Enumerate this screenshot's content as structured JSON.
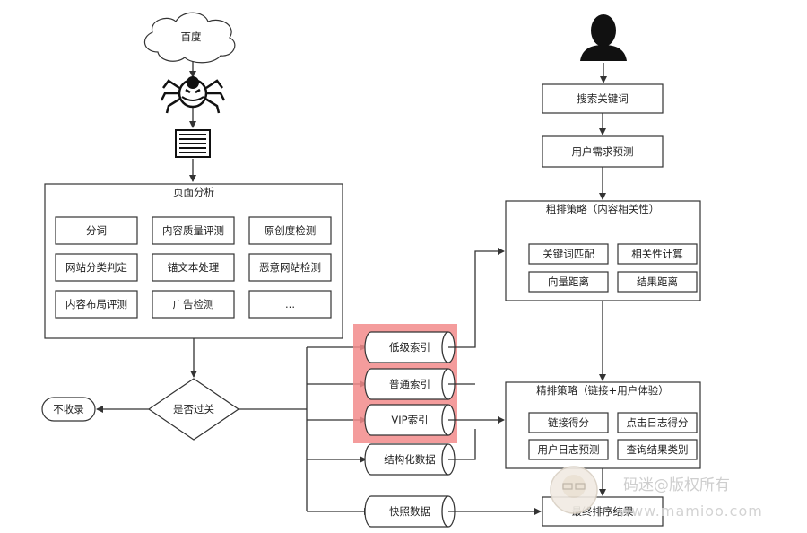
{
  "crawler": {
    "cloud_label": "百度"
  },
  "page_analysis": {
    "title": "页面分析",
    "items": [
      "分词",
      "内容质量评测",
      "原创度检测",
      "网站分类判定",
      "锚文本处理",
      "恶意网站检测",
      "内容布局评测",
      "广告检测",
      "..."
    ]
  },
  "decision": {
    "label": "是否过关",
    "reject_label": "不收录"
  },
  "indexes": [
    "低级索引",
    "普通索引",
    "VIP索引",
    "结构化数据",
    "快照数据"
  ],
  "user_flow": {
    "search": "搜索关键词",
    "predict": "用户需求预测"
  },
  "coarse_ranking": {
    "title": "粗排策略（内容相关性）",
    "items": [
      "关键词匹配",
      "相关性计算",
      "向量距离",
      "结果距离"
    ]
  },
  "fine_ranking": {
    "title": "精排策略（链接+用户体验）",
    "items": [
      "链接得分",
      "点击日志得分",
      "用户日志预测",
      "查询结果类别"
    ]
  },
  "final_result": "最终排序结果",
  "watermark": {
    "text": "码迷@版权所有",
    "url": "www.mamioo.com"
  },
  "colors": {
    "highlight": "#f28b8b",
    "stroke": "#333333"
  }
}
